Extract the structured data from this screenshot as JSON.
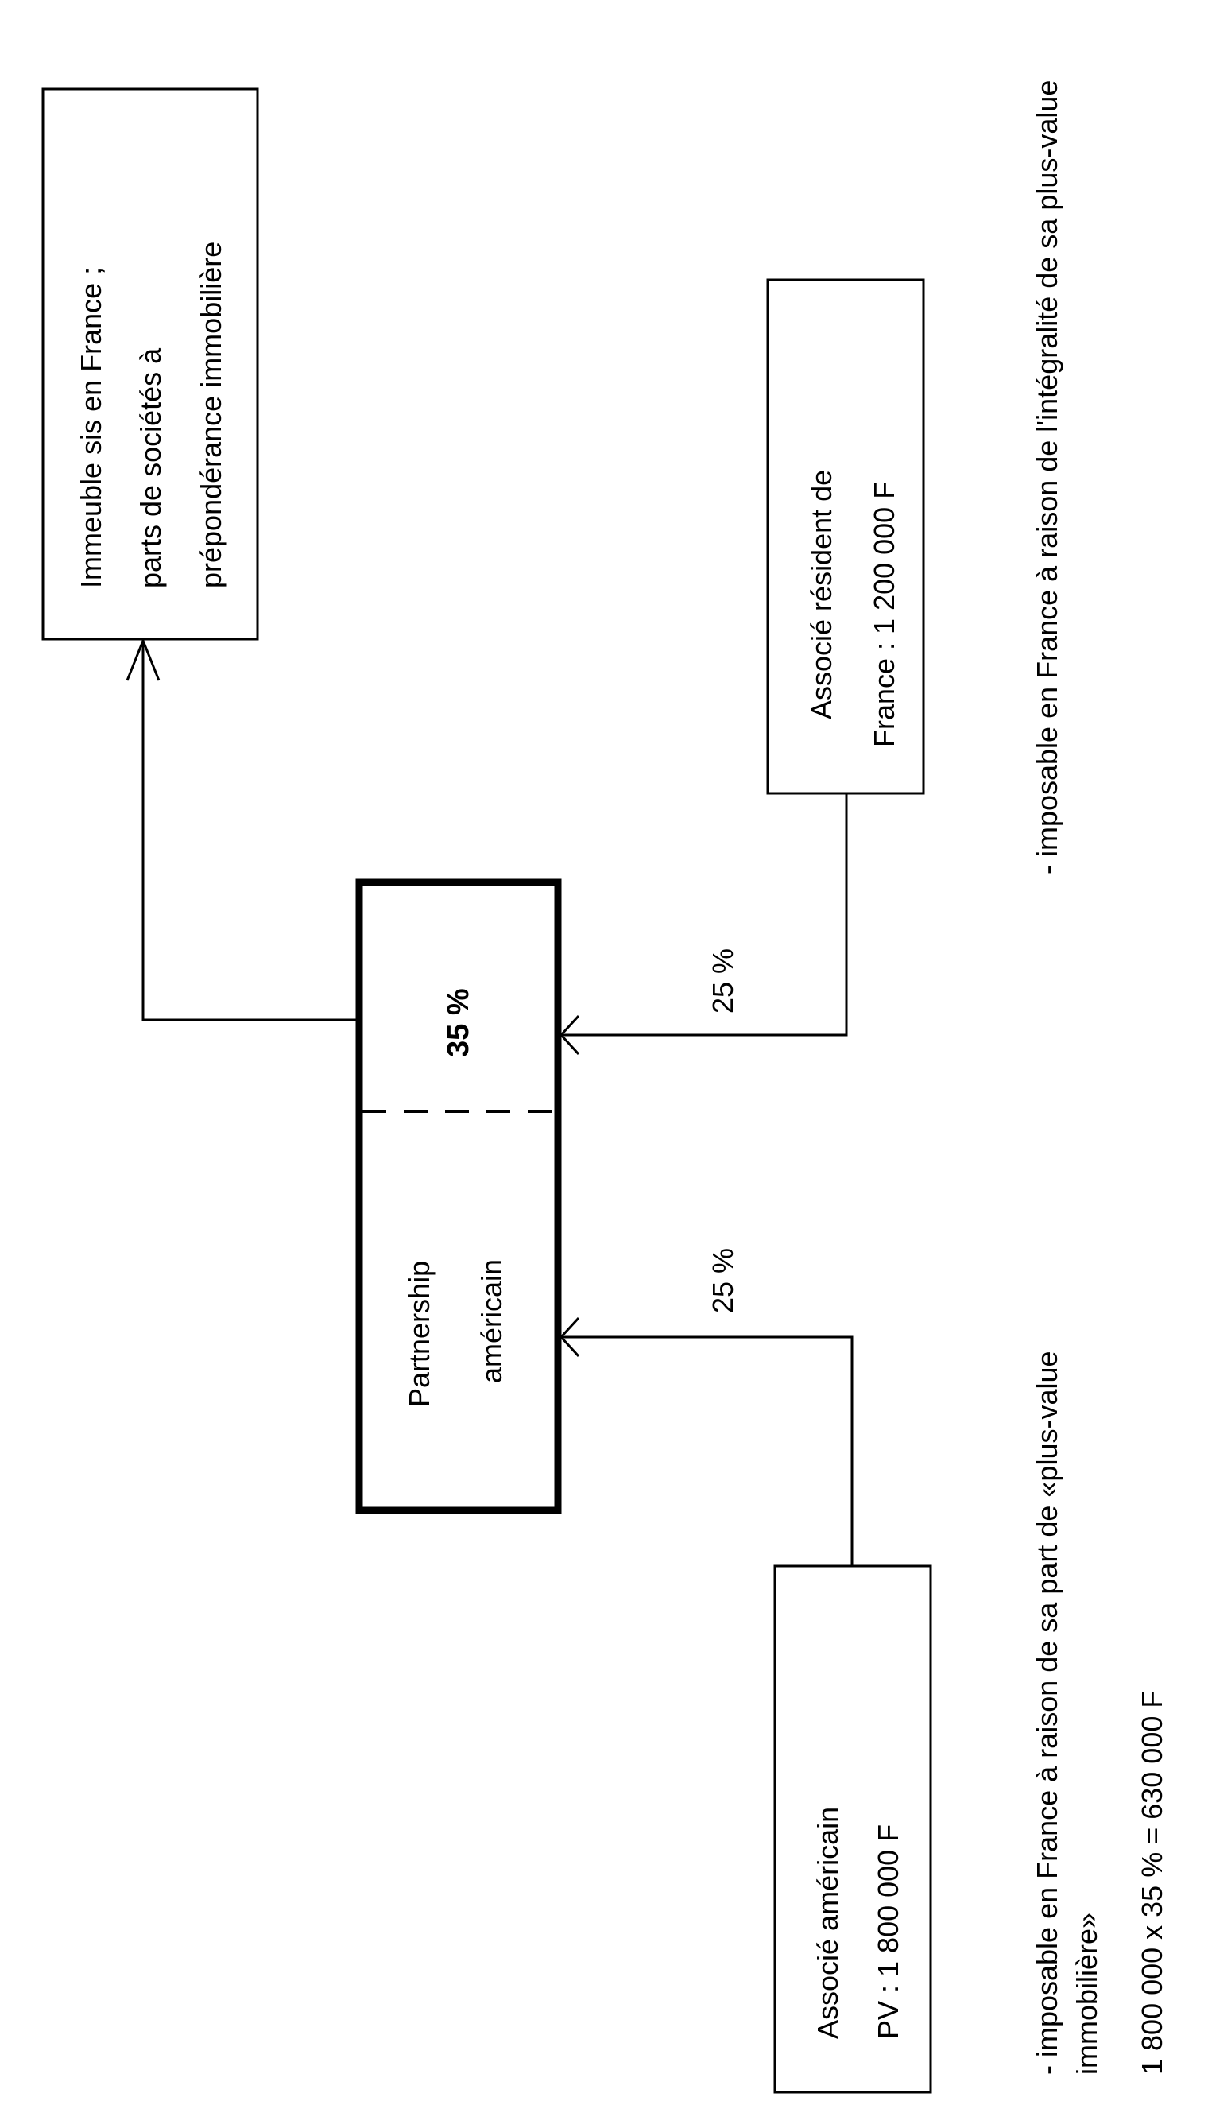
{
  "top_box": {
    "lines": [
      "Immeuble sis en France ;",
      "parts de sociétés à",
      "prépondérance immobilière"
    ]
  },
  "resident_box": {
    "lines": [
      "Associé résident de",
      "France : 1 200 000 F"
    ]
  },
  "american_box": {
    "lines": [
      "Associé américain",
      "PV : 1  800 000 F"
    ]
  },
  "partnership": {
    "lines": [
      "Partnership",
      "américain"
    ],
    "share_label": "35 %"
  },
  "resident_share_label": "25 %",
  "american_share_label": "25 %",
  "notes": {
    "resident": "- imposable en France à raison de l'intégralité de sa plus-value",
    "american_line1": "- imposable en France à raison de sa part de «plus-value",
    "american_line2": "immobilière»",
    "calculation": "1 800 000 x 35 % = 630 000 F"
  }
}
